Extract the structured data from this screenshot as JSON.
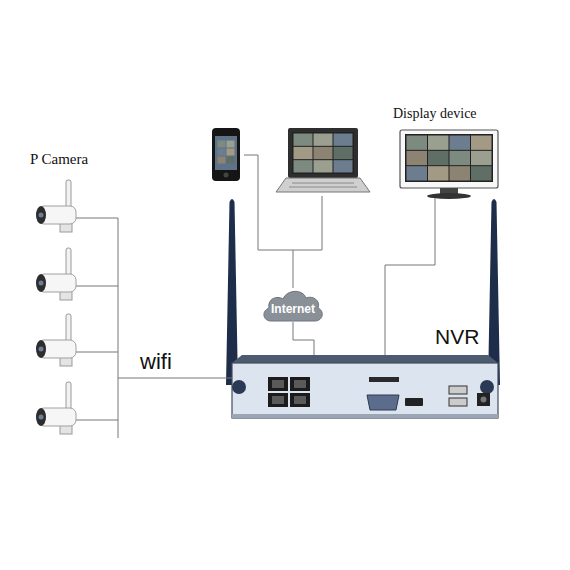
{
  "diagram": {
    "nodes": [
      {
        "text": [
          "Display device"
        ]
      },
      {
        "text": [
          "P Camera"
        ]
      },
      {
        "text": [
          "Internet"
        ]
      },
      {
        "text": [
          "NVR"
        ]
      }
    ],
    "edges": [
      {
        "from": 0,
        "to": 3,
        "arrow": "none"
      },
      {
        "from": 2,
        "to": 3,
        "arrow": "none"
      },
      {
        "from": 1,
        "to": 3,
        "label": "wifi",
        "arrow": "none"
      }
    ]
  }
}
